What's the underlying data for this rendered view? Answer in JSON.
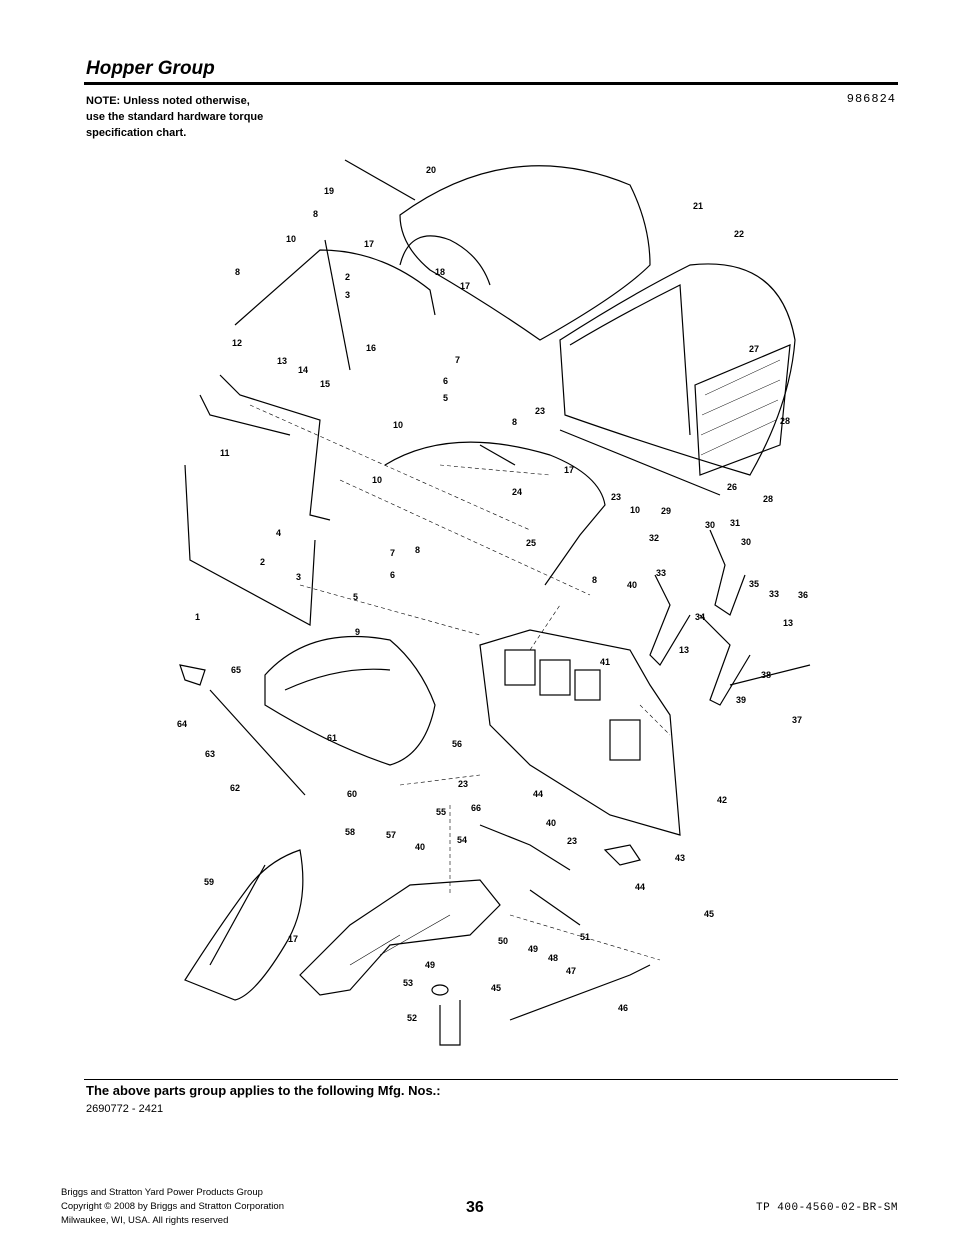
{
  "header": {
    "title": "Hopper Group",
    "note_lines": [
      "NOTE: Unless noted otherwise,",
      "use the standard hardware torque",
      "specification chart."
    ],
    "diagram_number": "986824"
  },
  "diagram": {
    "callouts": [
      "1",
      "2",
      "3",
      "4",
      "5",
      "6",
      "7",
      "8",
      "9",
      "10",
      "11",
      "12",
      "13",
      "14",
      "15",
      "16",
      "17",
      "18",
      "19",
      "20",
      "21",
      "22",
      "23",
      "24",
      "25",
      "26",
      "27",
      "28",
      "29",
      "30",
      "31",
      "32",
      "33",
      "34",
      "35",
      "36",
      "37",
      "38",
      "39",
      "40",
      "41",
      "42",
      "43",
      "44",
      "45",
      "46",
      "47",
      "48",
      "49",
      "50",
      "51",
      "52",
      "53",
      "54",
      "55",
      "56",
      "57",
      "58",
      "59",
      "60",
      "61",
      "62",
      "63",
      "64",
      "65",
      "66"
    ]
  },
  "footer": {
    "applies_heading": "The above parts group applies to the following Mfg. Nos.:",
    "mfg_numbers": "2690772 - 2421",
    "company_lines": [
      "Briggs and Stratton Yard Power Products Group",
      "Copyright ©  2008 by Briggs and Stratton Corporation",
      "Milwaukee, WI, USA. All rights reserved"
    ],
    "page_number": "36",
    "document_code": "TP 400-4560-02-BR-SM"
  }
}
